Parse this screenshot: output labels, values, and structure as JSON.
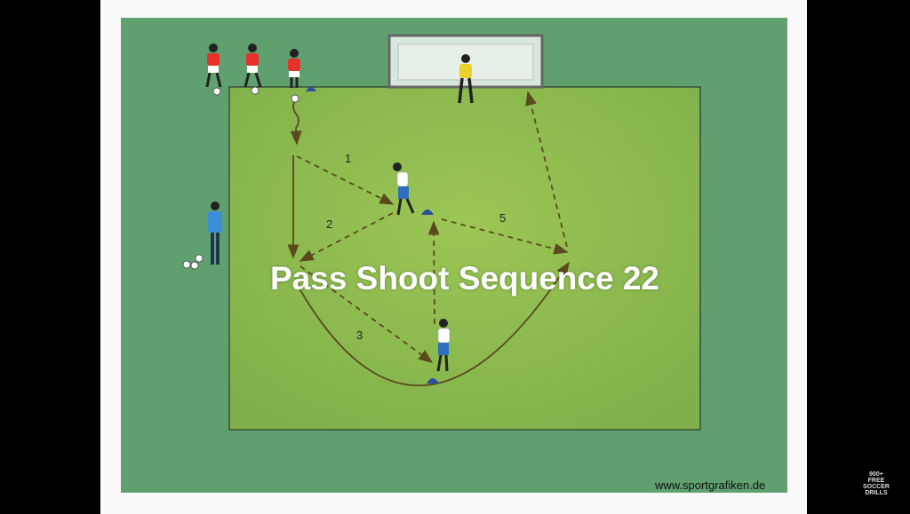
{
  "video": {
    "title": "Pass Shoot Sequence 22",
    "watermark": "www.sportgrafiken.de",
    "channel_logo": [
      "900+",
      "FREE",
      "SOCCER",
      "DRILLS"
    ]
  },
  "diagram": {
    "pass_labels": [
      "1",
      "2",
      "3",
      "5"
    ],
    "colors": {
      "outer_field": "#5fa06e",
      "inner_field": "#8fbd4e",
      "attackers": "#e8312a",
      "defenders": "#2f6fbf",
      "goalkeeper": "#e8d22a",
      "coach": "#3a8fd8",
      "arrows": "#5a4a1e"
    }
  }
}
